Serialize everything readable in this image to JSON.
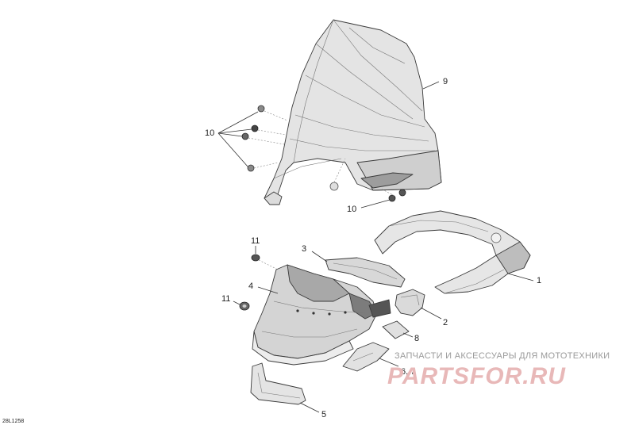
{
  "diagram": {
    "reference_code": "28L1258",
    "callouts": {
      "c1": "1",
      "c2": "2",
      "c3": "3",
      "c4": "4",
      "c5": "5",
      "c67": "6, 7",
      "c8": "8",
      "c9": "9",
      "c10a": "10",
      "c10b": "10",
      "c11a": "11",
      "c11b": "11"
    }
  },
  "watermark": {
    "tagline": "ЗАПЧАСТИ И АКСЕССУАРЫ ДЛЯ МОТОТЕХНИКИ",
    "brand": "PARTSFOR.RU"
  }
}
